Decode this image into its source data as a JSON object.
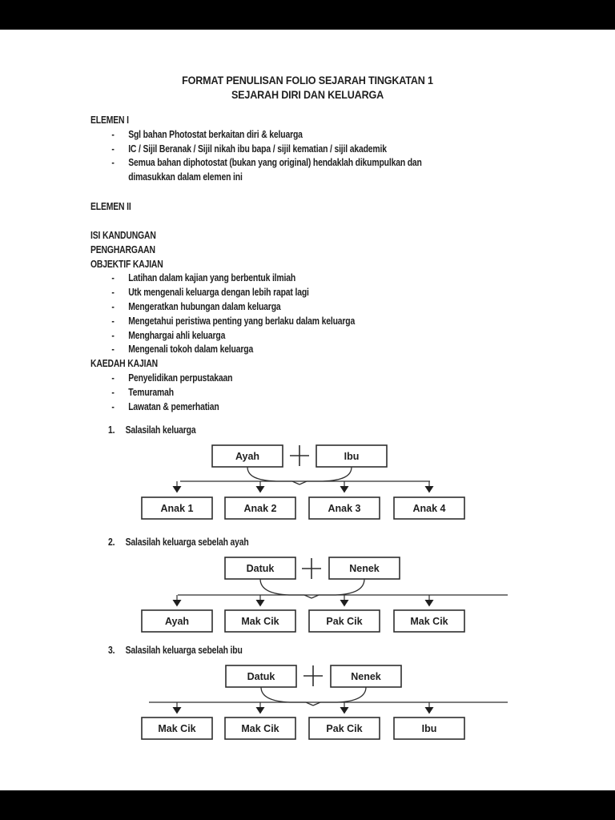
{
  "document": {
    "title_line1": "FORMAT PENULISAN FOLIO SEJARAH TINGKATAN 1",
    "title_line2": "SEJARAH DIRI DAN KELUARGA",
    "bullet_char": "-",
    "blocks": [
      {
        "lines": [
          {
            "kind": "heading",
            "text": "ELEMEN I"
          },
          {
            "kind": "bullet",
            "text": "Sgl bahan Photostat berkaitan diri & keluarga"
          },
          {
            "kind": "bullet",
            "text": "IC / Sijil Beranak / Sijil nikah ibu bapa / sijil kematian / sijil akademik"
          },
          {
            "kind": "bullet",
            "text": "Semua bahan diphotostat (bukan yang original) hendaklah dikumpulkan dan"
          },
          {
            "kind": "cont",
            "text": "dimasukkan dalam elemen ini"
          }
        ]
      },
      {
        "lines": [
          {
            "kind": "heading",
            "text": "ELEMEN II"
          }
        ]
      },
      {
        "lines": [
          {
            "kind": "heading",
            "text": "ISI KANDUNGAN"
          },
          {
            "kind": "heading",
            "text": "PENGHARGAAN"
          },
          {
            "kind": "heading",
            "text": "OBJEKTIF KAJIAN"
          },
          {
            "kind": "bullet",
            "text": "Latihan dalam kajian yang berbentuk ilmiah"
          },
          {
            "kind": "bullet",
            "text": "Utk mengenali keluarga dengan lebih rapat lagi"
          },
          {
            "kind": "bullet",
            "text": "Mengeratkan hubungan dalam keluarga"
          },
          {
            "kind": "bullet",
            "text": "Mengetahui peristiwa penting yang berlaku dalam keluarga"
          },
          {
            "kind": "bullet",
            "text": "Menghargai ahli keluarga"
          },
          {
            "kind": "bullet",
            "text": "Mengenali tokoh dalam keluarga"
          },
          {
            "kind": "heading",
            "text": "KAEDAH KAJIAN"
          },
          {
            "kind": "bullet",
            "text": "Penyelidikan perpustakaan"
          },
          {
            "kind": "bullet",
            "text": "Temuramah"
          },
          {
            "kind": "bullet",
            "text": "Lawatan & pemerhatian"
          }
        ]
      }
    ],
    "diagrams": [
      {
        "number": "1.",
        "caption": "Salasilah keluarga",
        "parents": [
          "Ayah",
          "Ibu"
        ],
        "plus_sign": "+",
        "children": [
          "Anak 1",
          "Anak 2",
          "Anak 3",
          "Anak 4"
        ]
      },
      {
        "number": "2.",
        "caption": "Salasilah keluarga sebelah ayah",
        "parents": [
          "Datuk",
          "Nenek"
        ],
        "plus_sign": "+",
        "children": [
          "Ayah",
          "Mak Cik",
          "Pak Cik",
          "Mak Cik"
        ]
      },
      {
        "number": "3.",
        "caption": "Salasilah keluarga sebelah ibu",
        "parents": [
          "Datuk",
          "Nenek"
        ],
        "plus_sign": "+",
        "children": [
          "Mak Cik",
          "Mak Cik",
          "Pak Cik",
          "Ibu"
        ]
      }
    ]
  },
  "colors": {
    "ink": "#1f1f1f",
    "stroke": "#2e2e2e",
    "page_bg": "#ffffff",
    "frame_bar": "#000000"
  }
}
